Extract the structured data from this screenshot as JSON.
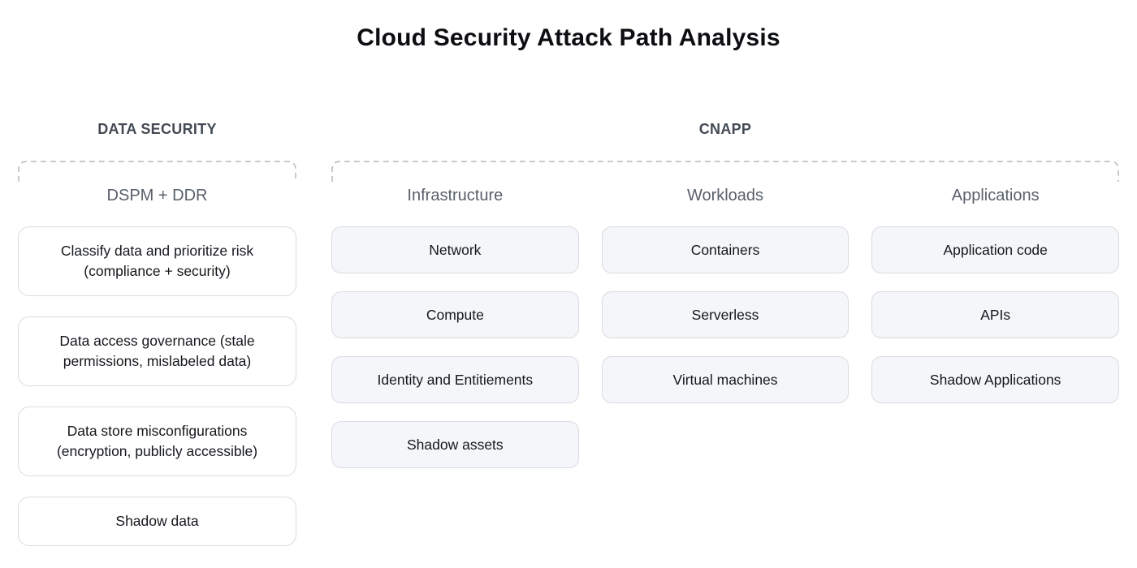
{
  "title": "Cloud Security Attack Path Analysis",
  "data_security": {
    "header": "DATA SECURITY",
    "group_label": "DSPM + DDR",
    "items": [
      "Classify data and prioritize risk (compliance + security)",
      "Data access governance (stale permissions, mislabeled data)",
      "Data store misconfigurations (encryption, publicly accessible)",
      "Shadow data"
    ]
  },
  "cnapp": {
    "header": "CNAPP",
    "columns": [
      {
        "label": "Infrastructure",
        "items": [
          "Network",
          "Compute",
          "Identity and Entitiements",
          "Shadow assets"
        ]
      },
      {
        "label": "Workloads",
        "items": [
          "Containers",
          "Serverless",
          "Virtual machines"
        ]
      },
      {
        "label": "Applications",
        "items": [
          "Application code",
          "APIs",
          "Shadow Applications"
        ]
      }
    ]
  },
  "colors": {
    "title_text": "#0c0e12",
    "section_header_text": "#434a54",
    "group_label_text": "#58606b",
    "card_text": "#14171c",
    "card_border": "#d8dbe0",
    "dspm_card_bg": "#ffffff",
    "cnapp_card_bg": "#f5f6f9",
    "dashed_outline": "#b3b7bf",
    "background": "#ffffff"
  }
}
